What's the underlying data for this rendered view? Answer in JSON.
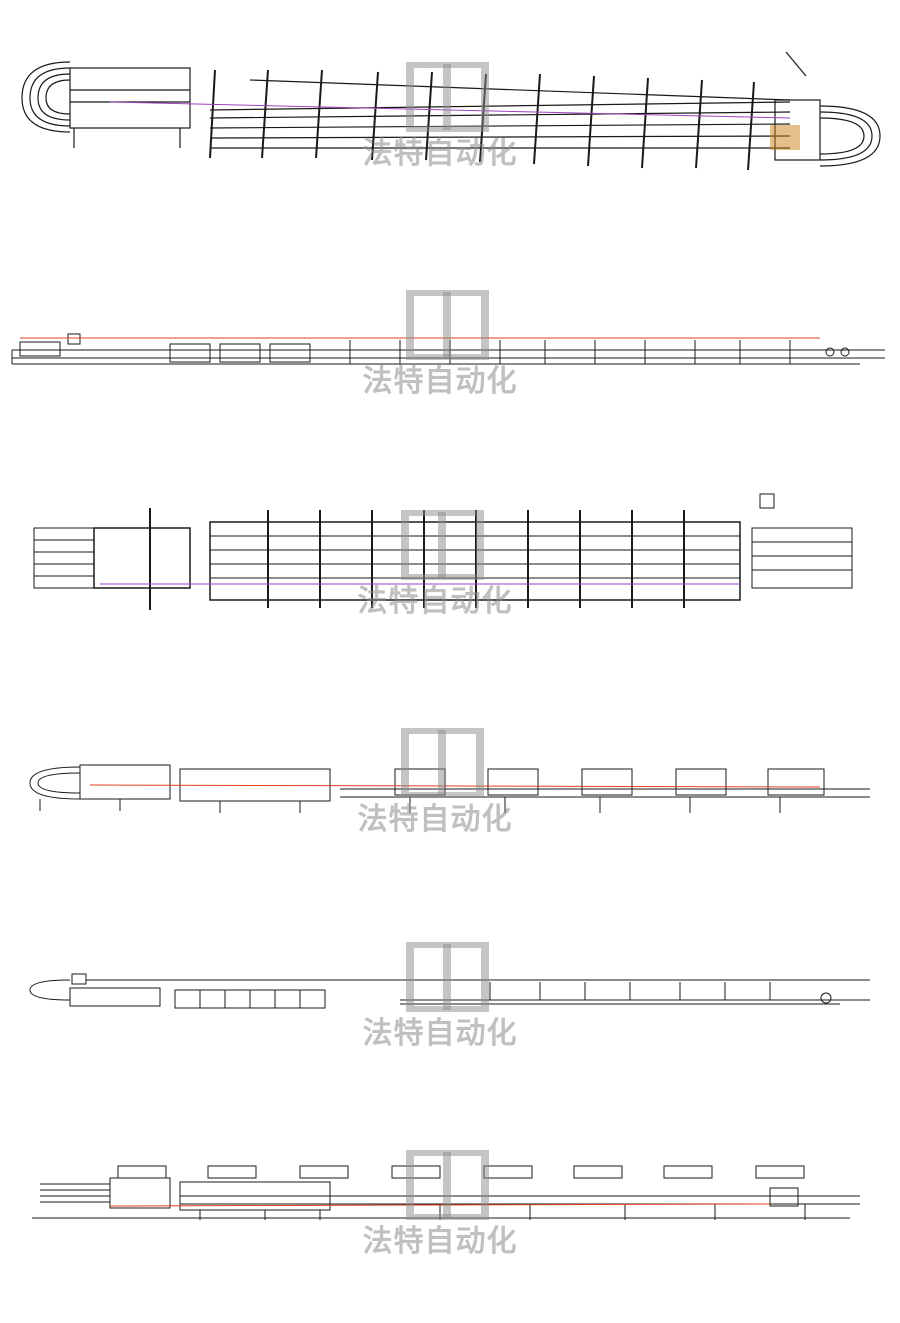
{
  "watermark": {
    "text": "法特自动化",
    "logo": "FT-monogram-logo"
  },
  "views": [
    {
      "id": "iso-top",
      "description_name": "isometric-view"
    },
    {
      "id": "side-a",
      "description_name": "side-elevation-1"
    },
    {
      "id": "plan",
      "description_name": "plan-view"
    },
    {
      "id": "side-b",
      "description_name": "side-elevation-2"
    },
    {
      "id": "side-c",
      "description_name": "side-elevation-3"
    },
    {
      "id": "side-d",
      "description_name": "side-elevation-4"
    }
  ],
  "colors": {
    "line": "#1a1a1a",
    "accent_red": "#e0401a",
    "accent_purple": "#a040c0",
    "accent_orange": "#c8801a"
  }
}
